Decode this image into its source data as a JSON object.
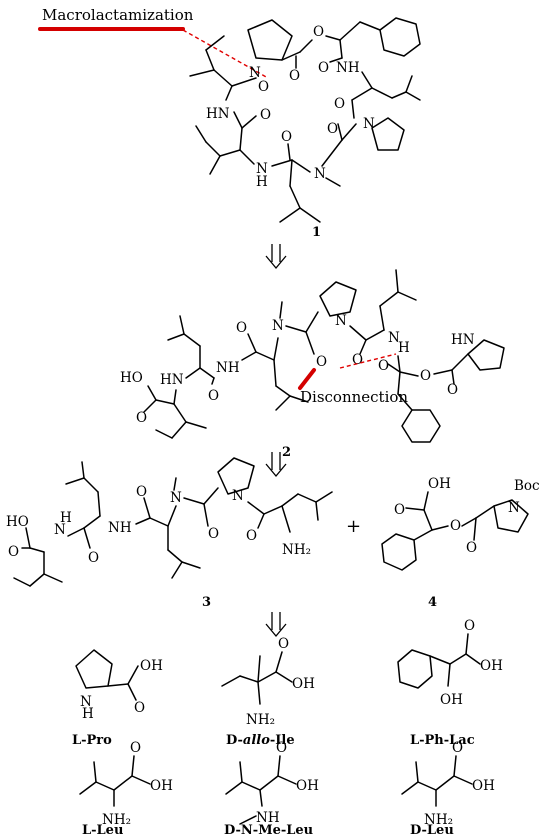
{
  "annotations": {
    "macrolactamization": "Macrolactamization",
    "disconnection": "Disconnection"
  },
  "compounds": {
    "c1": "1",
    "c2": "2",
    "c3": "3",
    "c4": "4",
    "plus": "+"
  },
  "atoms": {
    "O": "O",
    "N": "N",
    "NH": "NH",
    "HN": "HN",
    "H": "H",
    "HO": "HO",
    "OH": "OH",
    "NH2": "NH₂",
    "Boc": "Boc"
  },
  "building_blocks": [
    {
      "label": "L-Pro"
    },
    {
      "label_pre": "D-",
      "label_italic": "allo",
      "label_post": "-Ile"
    },
    {
      "label": "L-Ph-Lac"
    },
    {
      "label": "L-Leu"
    },
    {
      "label": "D-N-Me-Leu"
    },
    {
      "label": "D-Leu"
    }
  ],
  "colors": {
    "annotation_red": "#d40000",
    "bond": "#000000"
  }
}
